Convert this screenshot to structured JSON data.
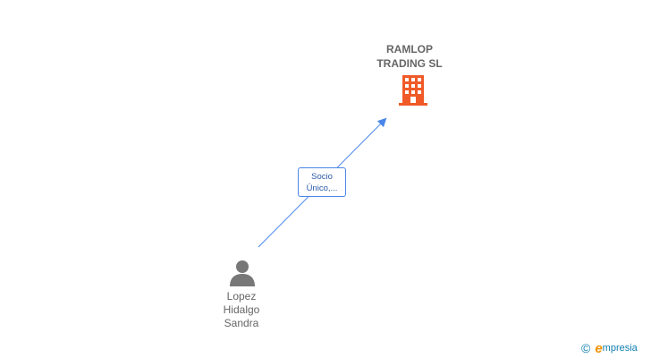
{
  "company": {
    "name": "RAMLOP\nTRADING SL",
    "icon": "building-icon",
    "color": "#f05a28"
  },
  "person": {
    "name": "Lopez\nHidalgo\nSandra",
    "icon": "person-icon",
    "color": "#777777"
  },
  "relation": {
    "label_line1": "Socio",
    "label_line2": "Único,...",
    "color": "#4a86e8"
  },
  "brand": {
    "copyright_symbol": "©",
    "name_initial": "e",
    "name_rest": "mpresia"
  }
}
